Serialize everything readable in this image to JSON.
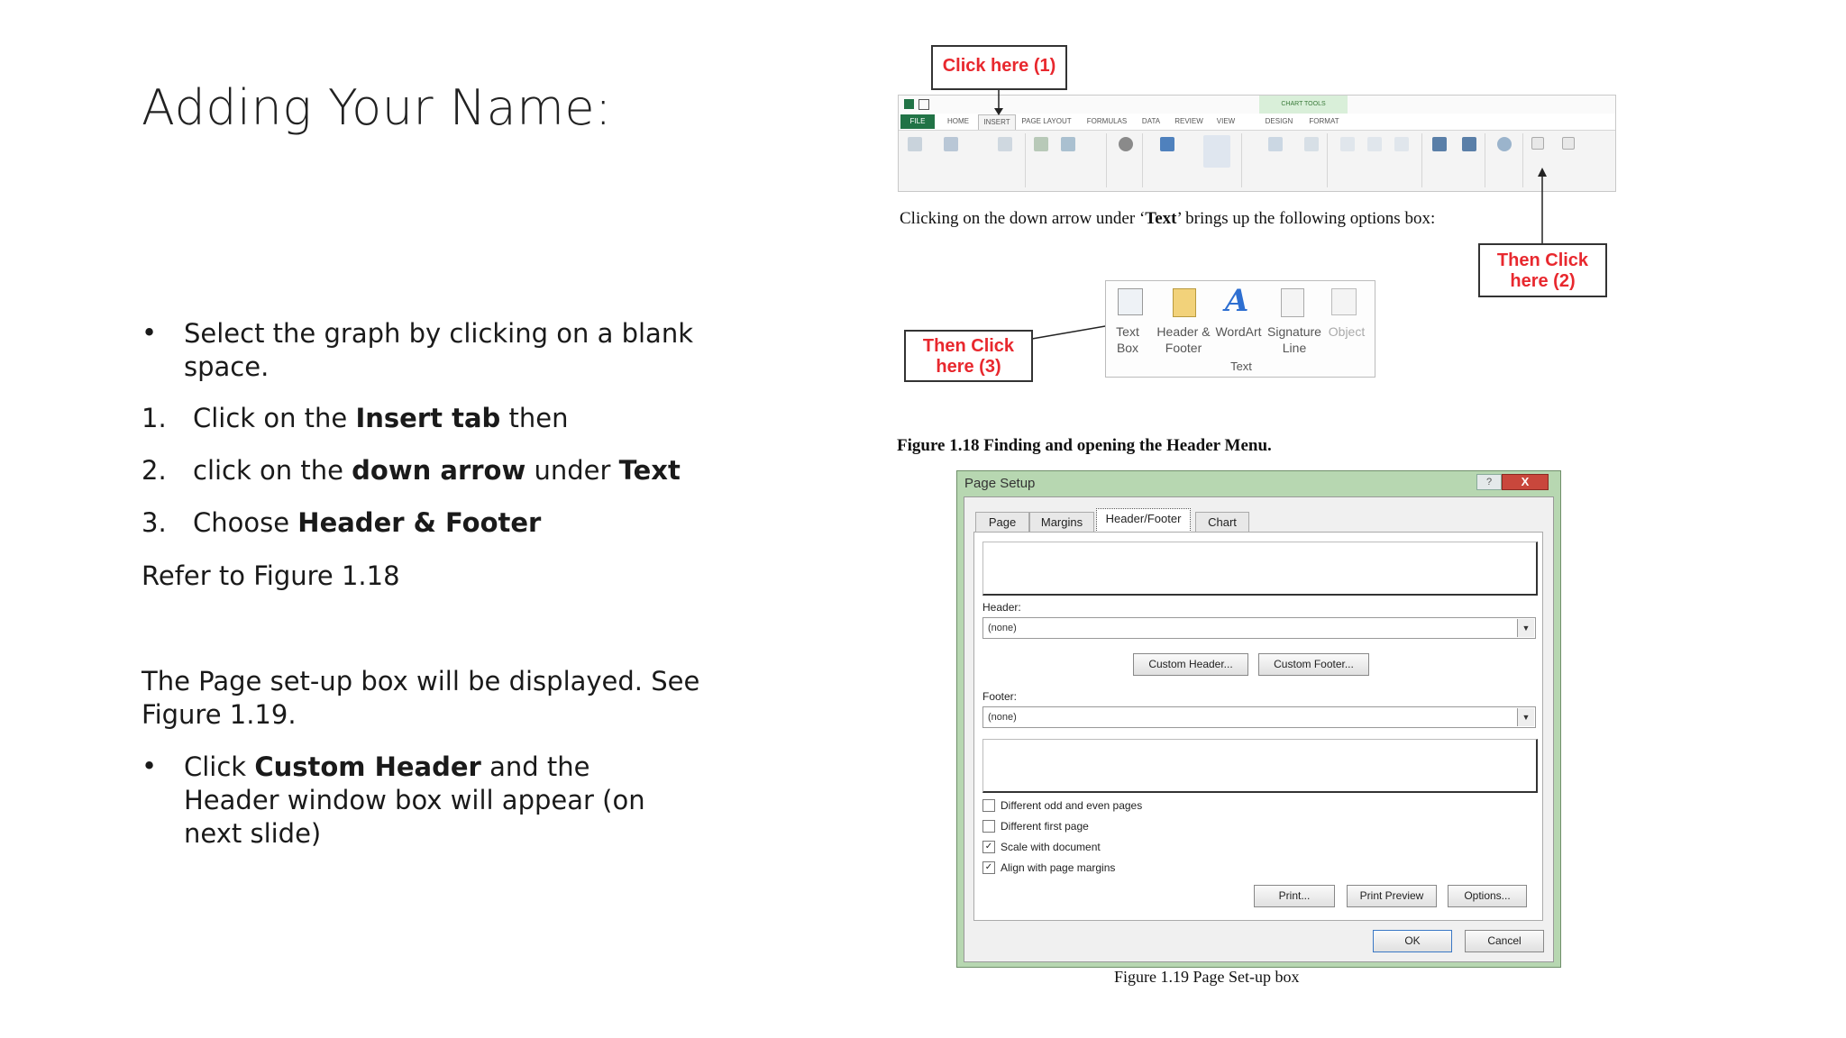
{
  "slide": {
    "title": "Adding Your Name:",
    "bullet1": "Select the graph by clicking on a blank space.",
    "step1": {
      "num": "1.",
      "pre": "Click on the ",
      "bold": "Insert tab",
      "post": " then"
    },
    "step2": {
      "num": "2.",
      "pre": " click on the ",
      "bold1": "down arrow",
      "mid": " under ",
      "bold2": "Text"
    },
    "step3": {
      "num": "3.",
      "pre": "Choose ",
      "bold": "Header & Footer"
    },
    "refer": "Refer to Figure 1.18",
    "page_setup_text": "The Page set-up box will be displayed. See Figure 1.19.",
    "bullet2": {
      "pre": "Click ",
      "bold": "Custom Header",
      "post": " and the Header window box will appear (on next slide)"
    },
    "bullet_glyph": "•"
  },
  "figure_top": {
    "callout1": "Click here (1)",
    "callout2": "Then Click here (2)",
    "callout3": "Then Click here (3)",
    "instruction": {
      "pre": "Clicking on the down arrow under ‘",
      "bold": "Text",
      "post": "’ brings up the following options box:"
    },
    "ribbon_tabs": [
      "FILE",
      "HOME",
      "INSERT",
      "PAGE LAYOUT",
      "FORMULAS",
      "DATA",
      "REVIEW",
      "VIEW",
      "DESIGN",
      "FORMAT"
    ],
    "chart_tools": "CHART TOOLS",
    "text_group": {
      "items": [
        "Text Box",
        "Header & Footer",
        "WordArt",
        "Signature Line",
        "Object"
      ],
      "label": "Text"
    },
    "caption": "Figure 1.18   Finding and opening the Header Menu."
  },
  "dialog": {
    "title": "Page Setup",
    "help": "?",
    "close": "X",
    "tabs": [
      "Page",
      "Margins",
      "Header/Footer",
      "Chart"
    ],
    "header_label": "Header:",
    "header_value": "(none)",
    "custom_header": "Custom Header...",
    "custom_footer": "Custom Footer...",
    "footer_label": "Footer:",
    "footer_value": "(none)",
    "checkboxes": [
      {
        "label": "Different odd and even pages",
        "checked": false
      },
      {
        "label": "Different first page",
        "checked": false
      },
      {
        "label": "Scale with document",
        "checked": true
      },
      {
        "label": "Align with page margins",
        "checked": true
      }
    ],
    "print": "Print...",
    "print_preview": "Print Preview",
    "options": "Options...",
    "ok": "OK",
    "cancel": "Cancel",
    "caption": "Figure 1.19   Page Set-up box"
  }
}
